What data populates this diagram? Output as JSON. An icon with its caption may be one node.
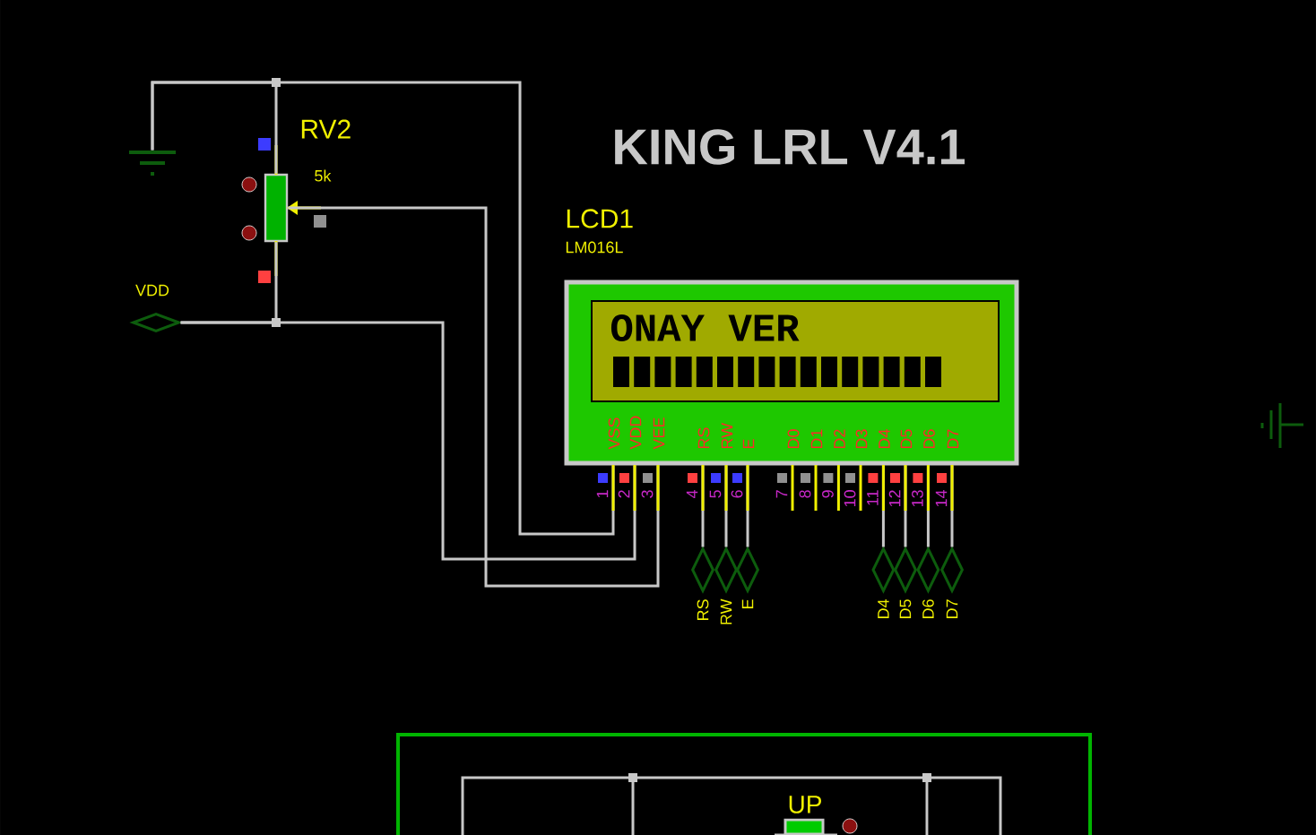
{
  "diagram": {
    "nodes": [
      {
        "text": [],
        "shape": "ground"
      },
      {
        "text": [
          "RV2",
          "5k"
        ]
      },
      {
        "text": [
          "VDD"
        ]
      },
      {
        "text": [
          "LCD1",
          "LM016L",
          "ONAY VER"
        ]
      },
      {
        "text": [
          "RS"
        ]
      },
      {
        "text": [
          "RW"
        ]
      },
      {
        "text": [
          "E"
        ]
      },
      {
        "text": [
          "D4"
        ]
      },
      {
        "text": [
          "D5"
        ]
      },
      {
        "text": [
          "D6"
        ]
      },
      {
        "text": [
          "D7"
        ]
      },
      {
        "text": [],
        "shape": "box"
      },
      {
        "text": [
          "UP"
        ],
        "in": 11
      },
      {
        "text": [],
        "shape": "battery"
      }
    ],
    "edges": [
      {
        "from": 0,
        "to": 1,
        "arrow": "none"
      },
      {
        "from": 0,
        "to": 3,
        "arrow": "none"
      },
      {
        "from": 2,
        "to": 1,
        "arrow": "none"
      },
      {
        "from": 2,
        "to": 3,
        "arrow": "none"
      },
      {
        "from": 1,
        "to": 3,
        "arrow": "none"
      },
      {
        "from": 3,
        "to": 4,
        "arrow": "none"
      },
      {
        "from": 3,
        "to": 5,
        "arrow": "none"
      },
      {
        "from": 3,
        "to": 6,
        "arrow": "none"
      },
      {
        "from": 3,
        "to": 7,
        "arrow": "none"
      },
      {
        "from": 3,
        "to": 8,
        "arrow": "none"
      },
      {
        "from": 3,
        "to": 9,
        "arrow": "none"
      },
      {
        "from": 3,
        "to": 10,
        "arrow": "none"
      }
    ],
    "labels": [
      "KING LRL V4.1",
      "VSS",
      "VDD",
      "VEE",
      "RS",
      "RW",
      "E",
      "D0",
      "D1",
      "D2",
      "D3",
      "D4",
      "D5",
      "D6",
      "D7",
      "1",
      "2",
      "3",
      "4",
      "5",
      "6",
      "7",
      "8",
      "9",
      "10",
      "11",
      "12",
      "13",
      "14"
    ]
  }
}
